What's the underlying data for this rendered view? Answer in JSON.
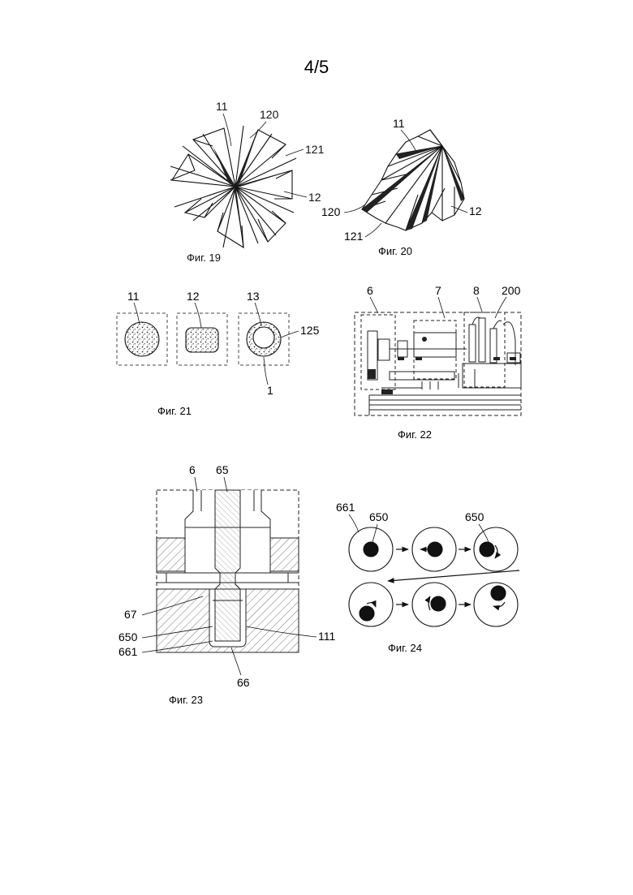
{
  "page_number": "4/5",
  "colors": {
    "ink": "#111111",
    "hatch": "#555555",
    "paper": "#ffffff"
  },
  "fig19": {
    "caption": "Фиг. 19",
    "labels": [
      "11",
      "120",
      "121",
      "12"
    ]
  },
  "fig20": {
    "caption": "Фиг. 20",
    "labels": [
      "11",
      "120",
      "121",
      "12"
    ]
  },
  "fig21": {
    "caption": "Фиг. 21",
    "labels": [
      "11",
      "12",
      "13",
      "125",
      "1"
    ]
  },
  "fig22": {
    "caption": "Фиг. 22",
    "labels": [
      "6",
      "7",
      "8",
      "200"
    ]
  },
  "fig23": {
    "caption": "Фиг. 23",
    "labels": [
      "6",
      "65",
      "67",
      "650",
      "661",
      "111",
      "66"
    ]
  },
  "fig24": {
    "caption": "Фиг. 24",
    "labels": [
      "661",
      "650",
      "650"
    ]
  }
}
